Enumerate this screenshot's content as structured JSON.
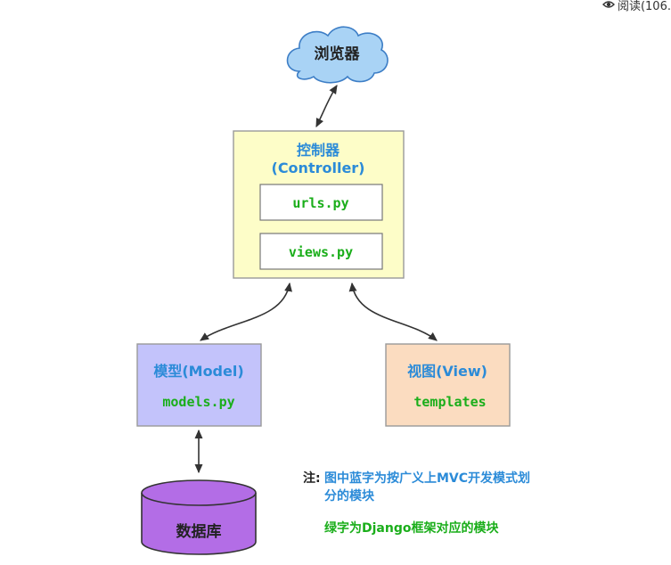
{
  "topbar": {
    "read_label": "阅读(106."
  },
  "diagram": {
    "browser": "浏览器",
    "controller_title": "控制器",
    "controller_sub": "(Controller)",
    "urls": "urls.py",
    "views": "views.py",
    "model_title": "模型(Model)",
    "model_file": "models.py",
    "view_title": "视图(View)",
    "view_file": "templates",
    "database": "数据库"
  },
  "note": {
    "label": "注:",
    "blue_text": "图中蓝字为按广义上MVC开发模式划分的模块",
    "green_text": "绿字为Django框架对应的模块"
  },
  "colors": {
    "blue_text": "#2b8bd8",
    "green_text": "#1aae1a",
    "cloud": "#a9d3f5",
    "controller_fill": "#fdfdc8",
    "model_fill": "#c3c3fb",
    "view_fill": "#fbdcc0",
    "database_fill": "#b36de6"
  }
}
